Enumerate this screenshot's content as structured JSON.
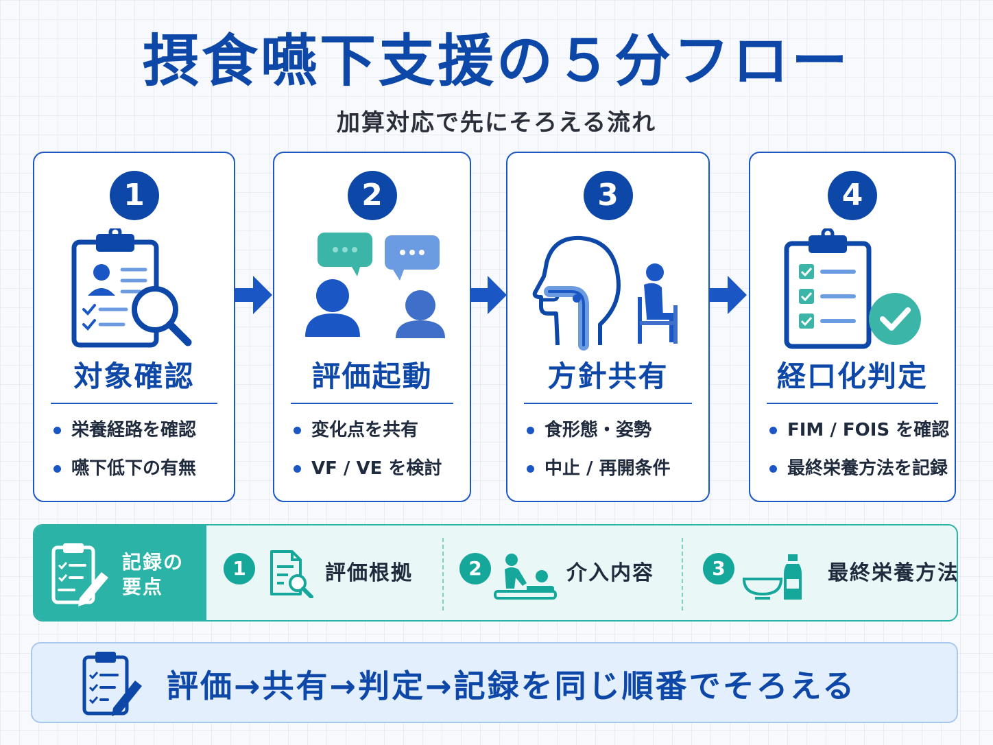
{
  "title": "摂食嚥下支援の５分フロー",
  "subtitle": "加算対応で先にそろえる流れ",
  "steps": [
    {
      "number": "1",
      "title": "対象確認",
      "bullets": [
        "栄養経路を確認",
        "嚥下低下の有無"
      ],
      "icon": "clipboard-search-icon"
    },
    {
      "number": "2",
      "title": "評価起動",
      "bullets": [
        "変化点を共有",
        "VF / VE を検討"
      ],
      "icon": "discussion-people-icon"
    },
    {
      "number": "3",
      "title": "方針共有",
      "bullets": [
        "食形態・姿勢",
        "中止 / 再開条件"
      ],
      "icon": "head-throat-seated-person-icon"
    },
    {
      "number": "4",
      "title": "経口化判定",
      "bullets": [
        "FIM / FOIS を確認",
        "最終栄養方法を記録"
      ],
      "icon": "checklist-approved-icon"
    }
  ],
  "record_points": {
    "label_line1": "記録の",
    "label_line2": "要点",
    "items": [
      {
        "number": "1",
        "text": "評価根拠",
        "icon": "document-search-icon"
      },
      {
        "number": "2",
        "text": "介入内容",
        "icon": "caregiver-patient-icon"
      },
      {
        "number": "3",
        "text": "最終栄養方法",
        "icon": "bowl-bottle-icon"
      }
    ]
  },
  "summary": "評価→共有→判定→記録を同じ順番でそろえる",
  "colors": {
    "primary_blue": "#0d47a8",
    "border_blue": "#1a56c4",
    "teal": "#2cb3a8",
    "light_blue": "#6b9be0",
    "background": "#f7f9fc"
  }
}
